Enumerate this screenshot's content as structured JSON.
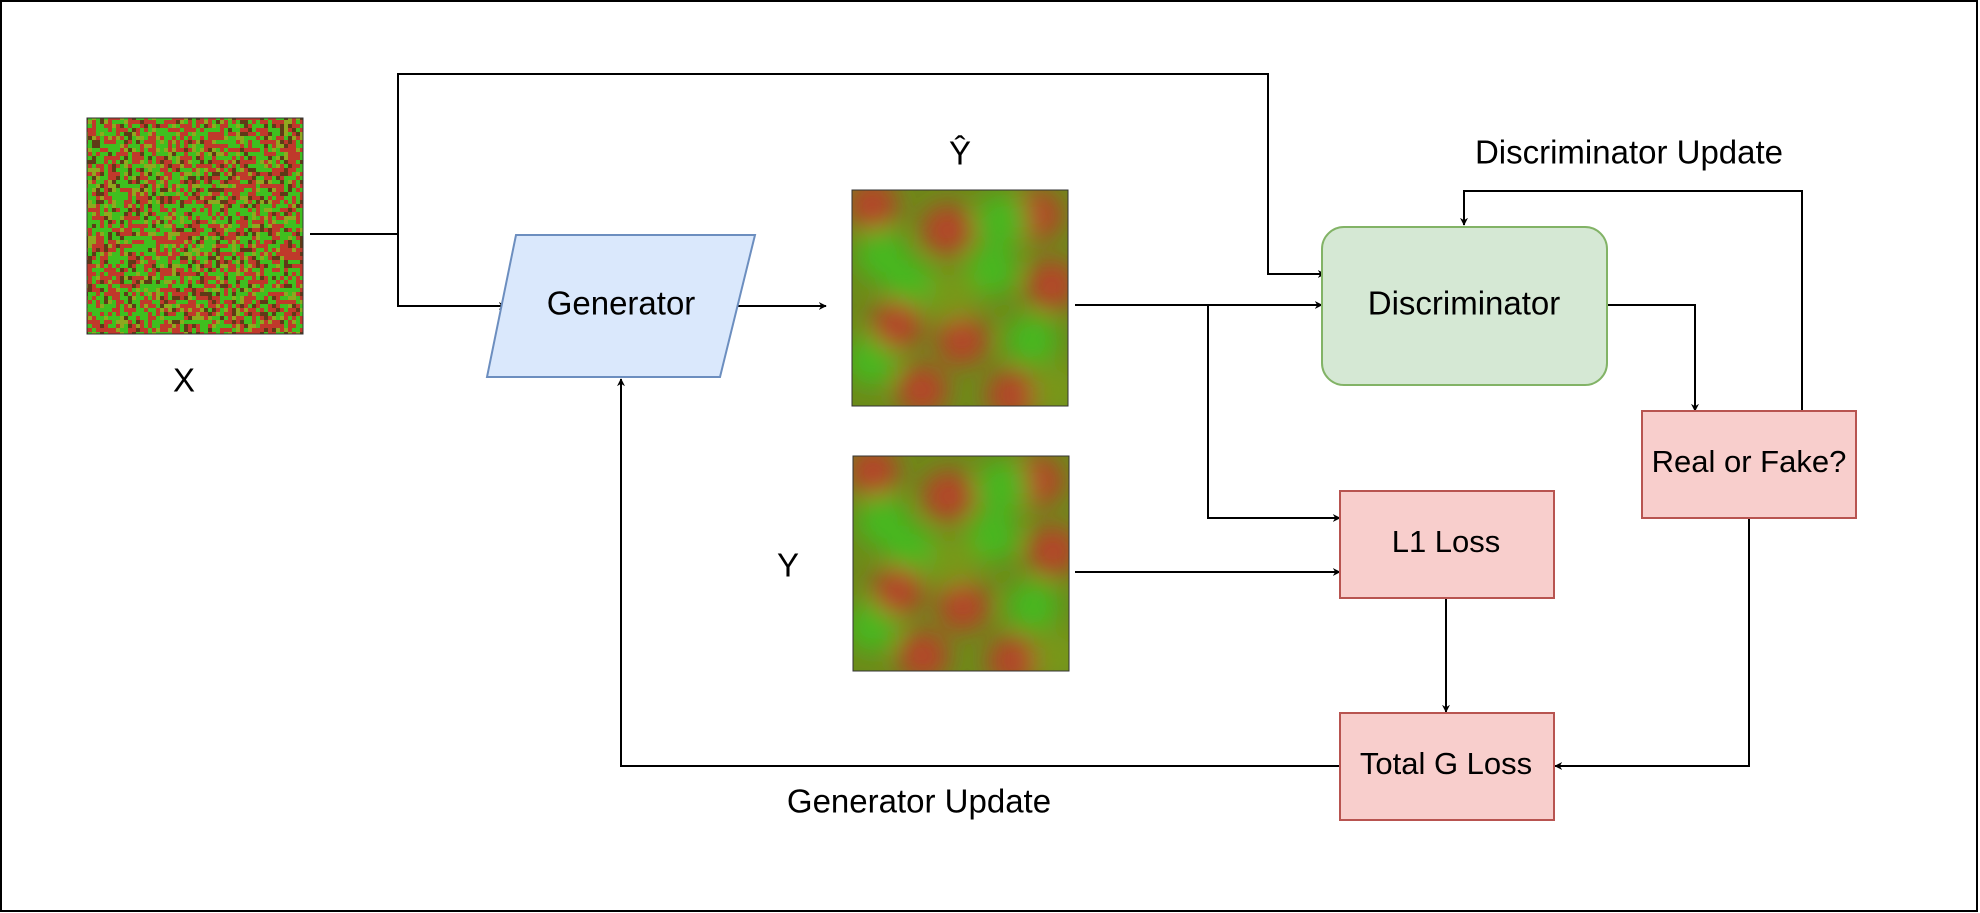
{
  "labels": {
    "x": "X",
    "y": "Y",
    "y_hat": "Ŷ",
    "discriminator_update": "Discriminator Update",
    "generator_update": "Generator Update"
  },
  "nodes": {
    "generator": "Generator",
    "discriminator": "Discriminator",
    "real_or_fake": "Real or Fake?",
    "l1_loss": "L1 Loss",
    "total_g_loss": "Total G Loss"
  },
  "colors": {
    "generator_fill": "#dae8fc",
    "generator_stroke": "#6c8ebf",
    "discriminator_fill": "#d5e8d4",
    "discriminator_stroke": "#82b366",
    "loss_fill": "#f8cecc",
    "loss_stroke": "#b85450",
    "noise_red": "#c0392b",
    "noise_green": "#3fbf1f"
  }
}
